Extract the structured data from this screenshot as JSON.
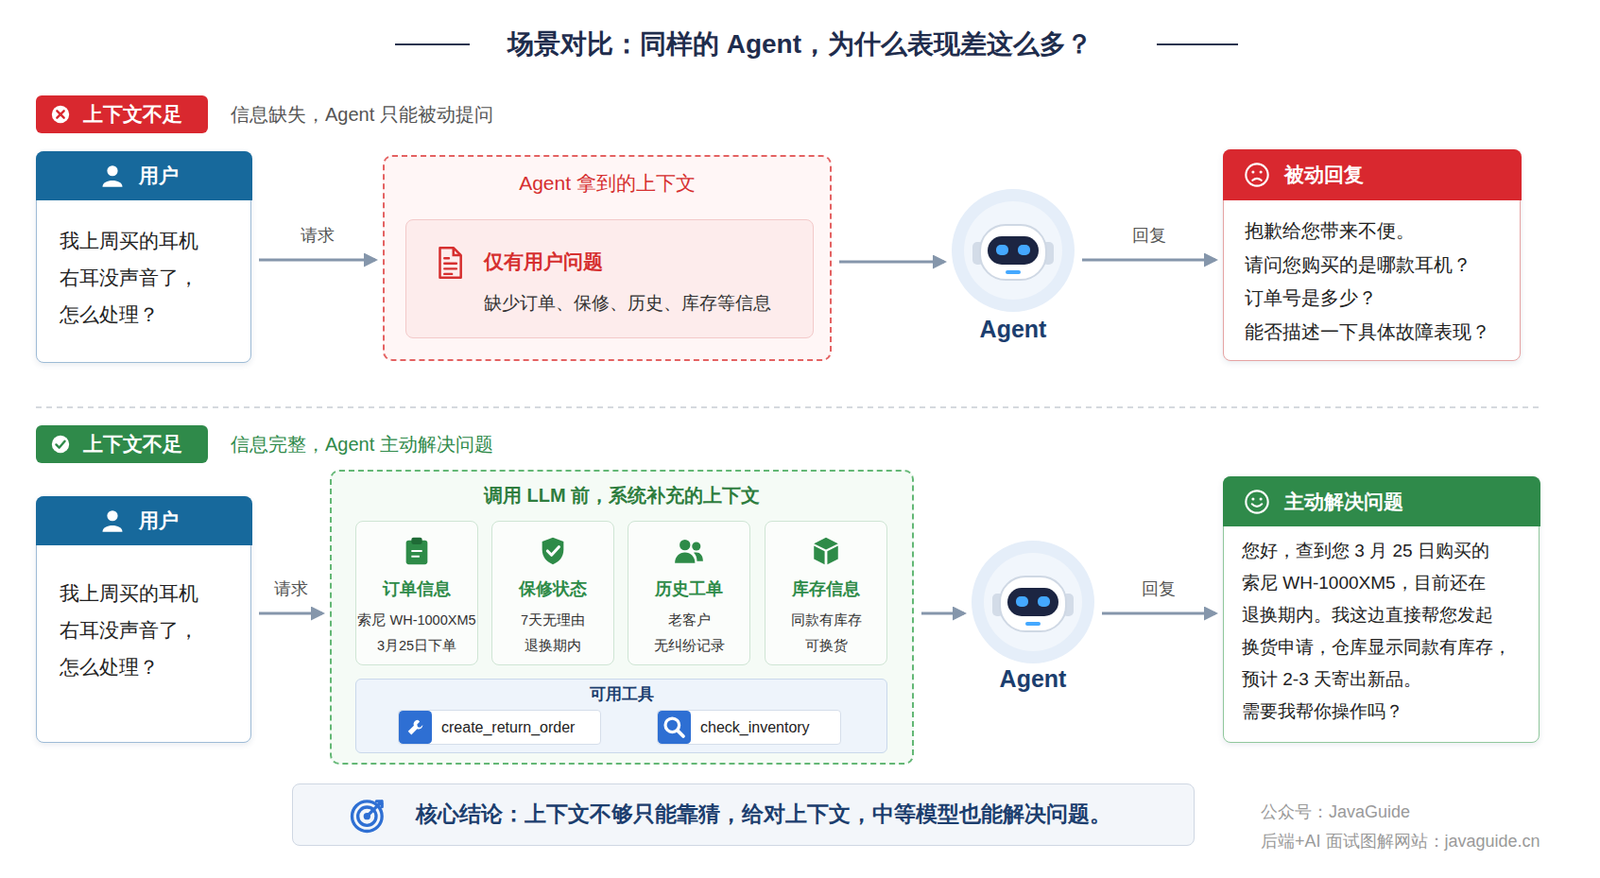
{
  "diagram": {
    "title": "场景对比：同样的 Agent，为什么表现差这么多？",
    "nodes": [
      {
        "text": [
          "上下文不足"
        ]
      },
      {
        "text": [
          "用户",
          "我上周买的耳机 右耳没声音了， 怎么处理？"
        ]
      },
      {
        "text": [
          "Agent 拿到的上下文"
        ]
      },
      {
        "text": [
          "仅有用户问题",
          "缺少订单、保修、历史、库存等信息"
        ],
        "in": 2
      },
      {
        "text": [
          "Agent"
        ]
      },
      {
        "text": [
          "被动回复",
          "抱歉给您带来不便。 请问您购买的是哪款耳机？ 订单号是多少？ 能否描述一下具体故障表现？"
        ]
      },
      {
        "text": [
          "上下文不足"
        ]
      },
      {
        "text": [
          "用户",
          "我上周买的耳机 右耳没声音了， 怎么处理？"
        ]
      },
      {
        "text": [
          "调用 LLM 前，系统补充的上下文"
        ]
      },
      {
        "text": [
          "订单信息",
          "索尼 WH-1000XM5 3月25日下单"
        ],
        "in": 8
      },
      {
        "text": [
          "保修状态",
          "7天无理由 退换期内"
        ],
        "in": 8
      },
      {
        "text": [
          "历史工单",
          "老客户 无纠纷记录"
        ],
        "in": 8
      },
      {
        "text": [
          "库存信息",
          "同款有库存 可换货"
        ],
        "in": 8
      },
      {
        "text": [
          "可用工具"
        ],
        "in": 8
      },
      {
        "text": [
          "create_return_order"
        ],
        "in": 13
      },
      {
        "text": [
          "check_inventory"
        ],
        "in": 13
      },
      {
        "text": [
          "Agent"
        ]
      },
      {
        "text": [
          "主动解决问题",
          "您好，查到您 3 月 25 日购买的 索尼 WH-1000XM5，目前还在 退换期内。我这边直接帮您发起 换货申请，仓库显示同款有库存， 预计 2-3 天寄出新品。 需要我帮你操作吗？"
        ]
      },
      {
        "text": [
          "核心结论：上下文不够只能靠猜，给对上下文，中等模型也能解决问题。"
        ]
      }
    ],
    "edges": [
      {
        "from": 1,
        "to": 2,
        "label": "请求",
        "arrow": "to"
      },
      {
        "from": 2,
        "to": 4,
        "arrow": "to"
      },
      {
        "from": 4,
        "to": 5,
        "label": "回复",
        "arrow": "to"
      },
      {
        "from": 7,
        "to": 8,
        "label": "请求",
        "arrow": "to"
      },
      {
        "from": 8,
        "to": 16,
        "arrow": "to"
      },
      {
        "from": 16,
        "to": 17,
        "label": "回复",
        "arrow": "to"
      }
    ],
    "labels": [
      "信息缺失，Agent 只能被动提问",
      "信息完整，Agent 主动解决问题",
      "公众号：JavaGuide",
      "后端+AI 面试图解网站：javaguide.cn"
    ]
  }
}
